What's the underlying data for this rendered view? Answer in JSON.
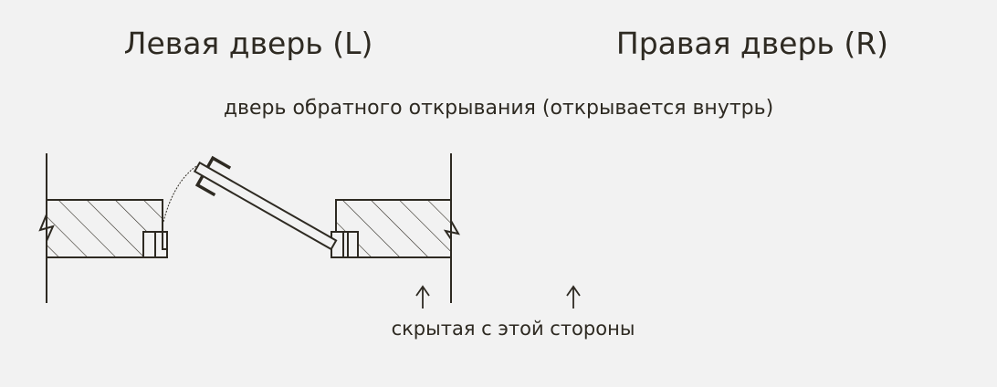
{
  "titles": {
    "left": "Левая дверь (L)",
    "right": "Правая дверь (R)"
  },
  "subtitle": "дверь обратного открывания (открывается внутрь)",
  "note": "скрытая с этой стороны",
  "colors": {
    "ink": "#2e2a22",
    "background": "#f2f2f2"
  }
}
